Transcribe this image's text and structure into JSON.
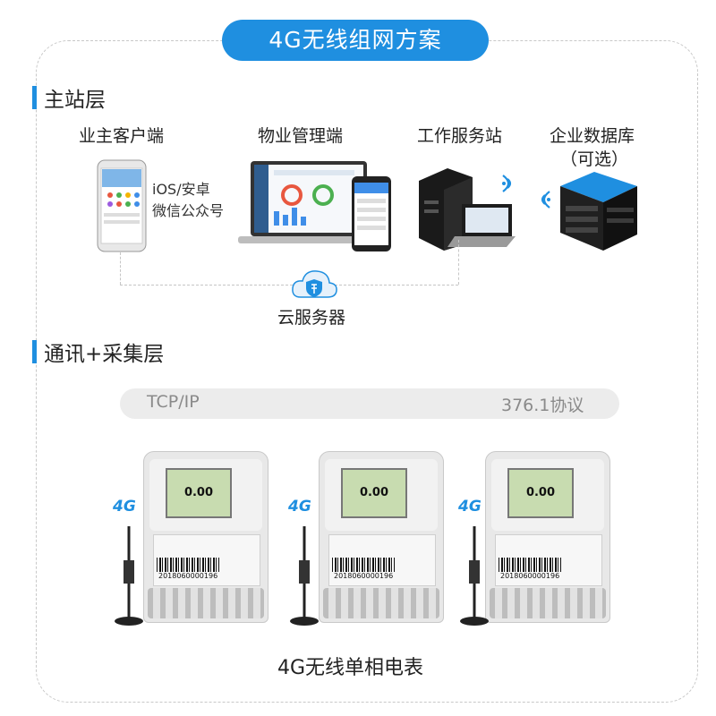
{
  "title": "4G无线组网方案",
  "sections": {
    "master": "主站层",
    "comm": "通讯+采集层"
  },
  "nodes": {
    "owner_client": "业主客户端",
    "owner_sub": [
      "iOS/安卓",
      "微信公众号"
    ],
    "property_mgmt": "物业管理端",
    "work_station": "工作服务站",
    "enterprise_db": "企业数据库",
    "enterprise_db_sub": "（可选）",
    "cloud": "云服务器"
  },
  "protocol": {
    "left": "TCP/IP",
    "right": "376.1协议"
  },
  "meters": {
    "label": "4G无线单相电表",
    "antenna_tag": "4G",
    "lcd_value": "0.00",
    "serial": "2018060000196",
    "count": 3
  },
  "colors": {
    "accent": "#1f8fe0",
    "dash": "#c6c6c6"
  },
  "icons": [
    "smartphone-icon",
    "laptop-icon",
    "tablet-icon",
    "server-tower-icon",
    "wifi-icon",
    "database-server-icon",
    "cloud-shield-icon",
    "electric-meter-icon",
    "antenna-icon"
  ]
}
